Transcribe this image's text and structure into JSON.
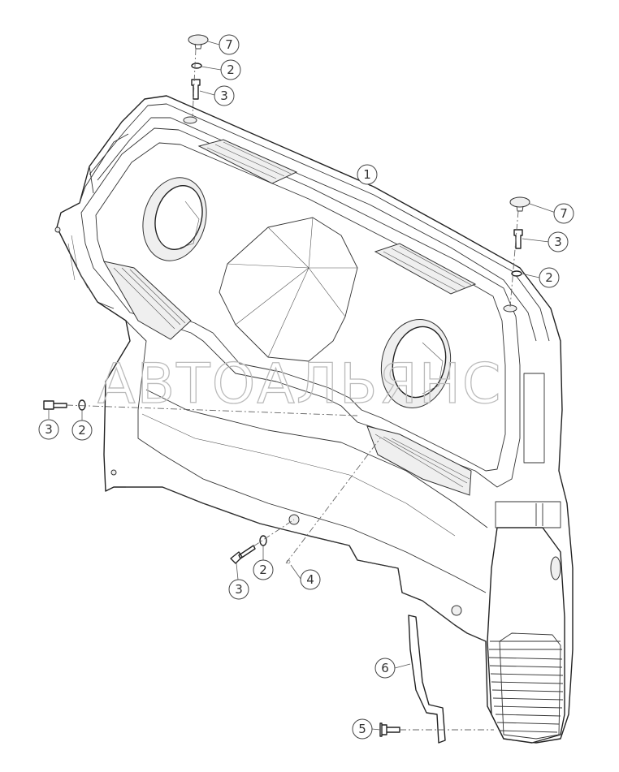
{
  "diagram": {
    "watermark": "АВТОАЛЬЯНС",
    "callouts": [
      {
        "id": "c7a",
        "label": "7",
        "part": "cap"
      },
      {
        "id": "c2a",
        "label": "2",
        "part": "washer"
      },
      {
        "id": "c3a",
        "label": "3",
        "part": "bolt"
      },
      {
        "id": "c1",
        "label": "1",
        "part": "dashboard-panel"
      },
      {
        "id": "c7b",
        "label": "7",
        "part": "cap"
      },
      {
        "id": "c3b",
        "label": "3",
        "part": "bolt"
      },
      {
        "id": "c2b",
        "label": "2",
        "part": "washer"
      },
      {
        "id": "c3c",
        "label": "3",
        "part": "bolt"
      },
      {
        "id": "c2c",
        "label": "2",
        "part": "washer"
      },
      {
        "id": "c2d",
        "label": "2",
        "part": "washer"
      },
      {
        "id": "c3d",
        "label": "3",
        "part": "bolt"
      },
      {
        "id": "c4",
        "label": "4",
        "part": "rivet"
      },
      {
        "id": "c6",
        "label": "6",
        "part": "bracket"
      },
      {
        "id": "c5",
        "label": "5",
        "part": "flange-bolt"
      }
    ]
  }
}
